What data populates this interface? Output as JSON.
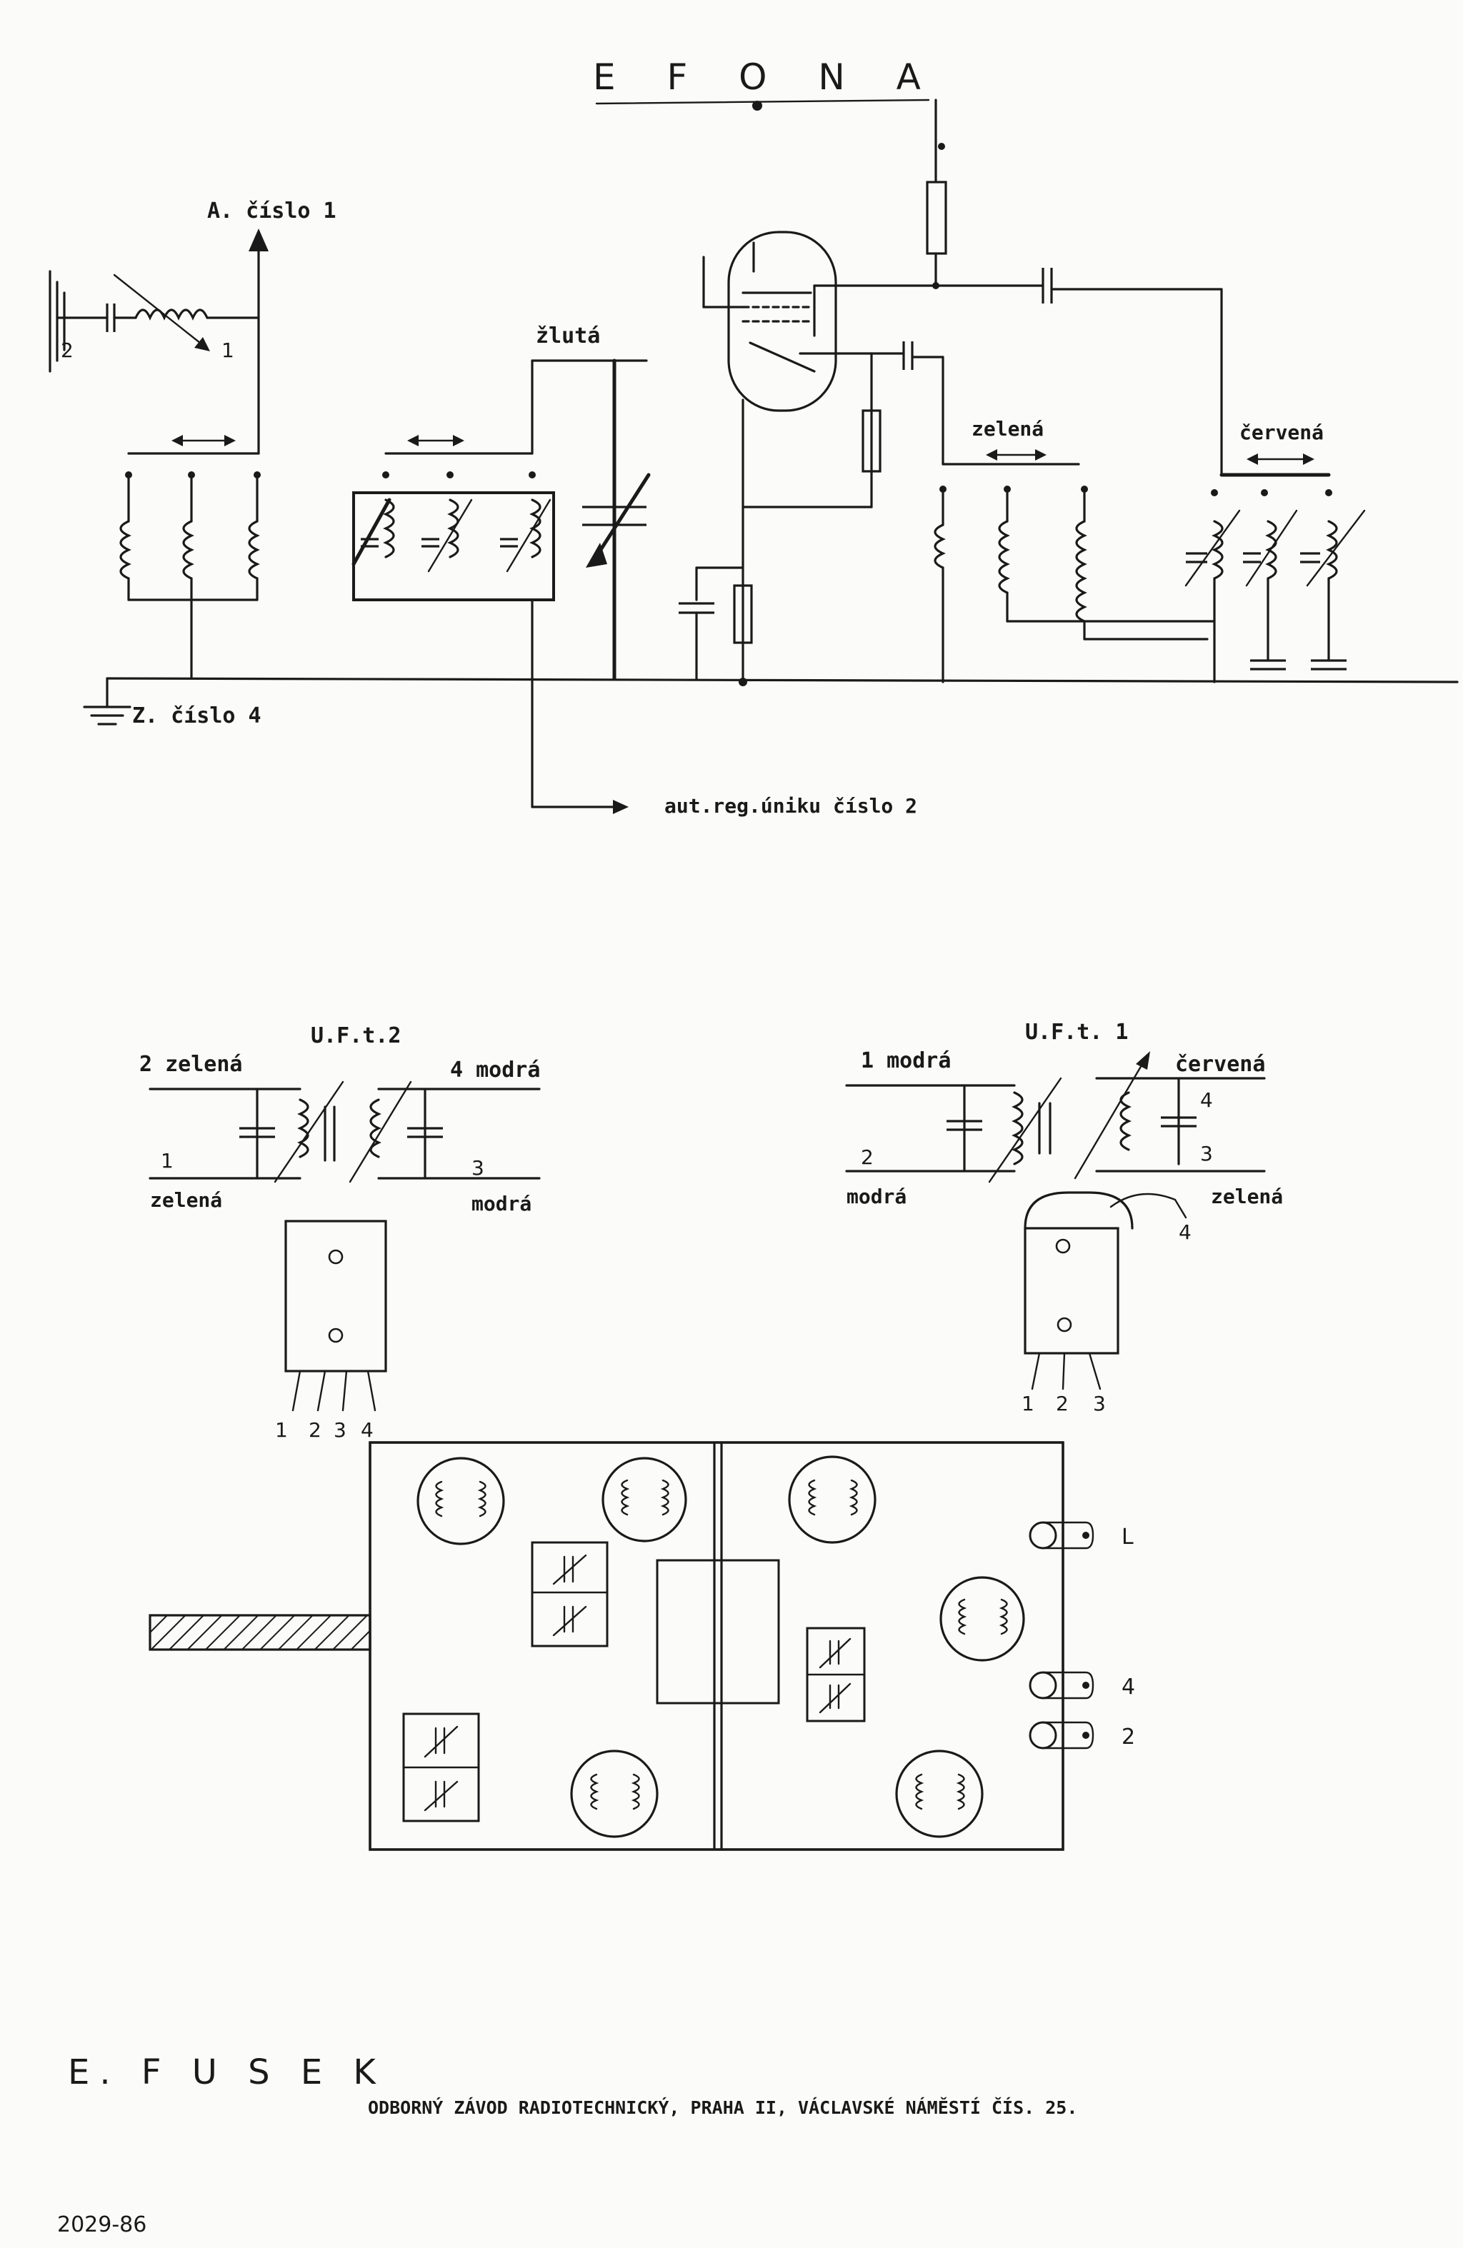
{
  "title": "E F O N A",
  "antenna": {
    "label": "A. číslo 1",
    "pin_2": "2",
    "pin_1": "1"
  },
  "ground": {
    "label": "Z. číslo 4"
  },
  "wires": {
    "zluta": "žlutá",
    "zelena": "zelená",
    "cervena": "červená",
    "avc": "aut.reg.úniku číslo 2"
  },
  "ift2": {
    "title": "U.F.t.2",
    "p2": "2 zelená",
    "p4": "4 modrá",
    "p1": "1",
    "p3": "3",
    "l1": "zelená",
    "l3": "modrá",
    "pins": [
      "1",
      "2",
      "3",
      "4"
    ]
  },
  "ift1": {
    "title": "U.F.t. 1",
    "p1": "1 modrá",
    "pc": "červená",
    "p4": "4",
    "p2": "2",
    "p3": "3",
    "l2": "modrá",
    "l3": "zelená",
    "top_pin": "4",
    "pins": [
      "1",
      "2",
      "3"
    ]
  },
  "board": {
    "terminals": [
      "L",
      "4",
      "2"
    ]
  },
  "footer": {
    "name": "E. F U S E K",
    "address": "ODBORNÝ ZÁVOD RADIOTECHNICKÝ, PRAHA II, VÁCLAVSKÉ NÁMĚSTÍ ČÍS. 25.",
    "code": "2029-86"
  }
}
